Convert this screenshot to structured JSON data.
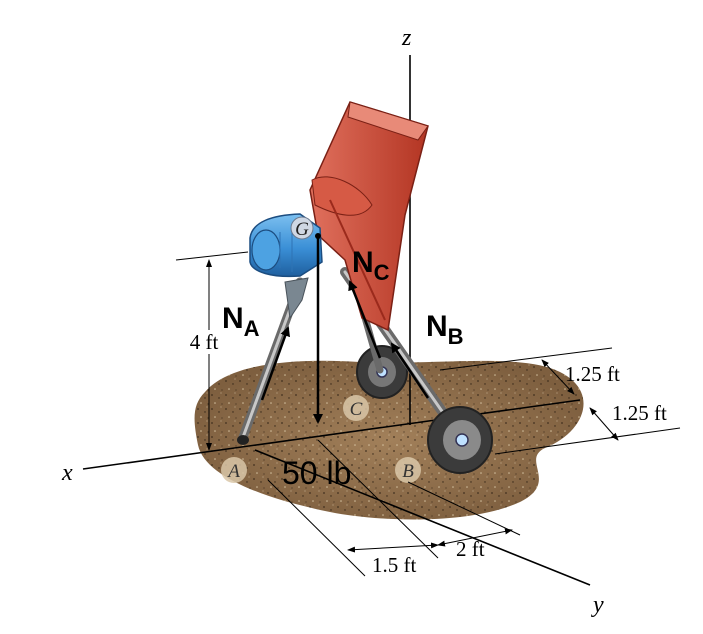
{
  "axes": {
    "x": "x",
    "y": "y",
    "z": "z"
  },
  "points": {
    "a": "A",
    "b": "B",
    "c": "C",
    "g": "G"
  },
  "forces": {
    "na": {
      "letter": "N",
      "sub": "A"
    },
    "nb": {
      "letter": "N",
      "sub": "B"
    },
    "nc": {
      "letter": "N",
      "sub": "C"
    },
    "weight": "50 lb"
  },
  "dimensions": {
    "height": "4 ft",
    "ax_dist": "1.5 ft",
    "bx_dist": "2 ft",
    "cy_dist": "1.25 ft",
    "by_dist": "1.25 ft"
  },
  "colors": {
    "body_red": "#c0392b",
    "motor_blue": "#3a8fd6",
    "ground": "#8a6b4a",
    "wheel": "#3b3b3b"
  }
}
